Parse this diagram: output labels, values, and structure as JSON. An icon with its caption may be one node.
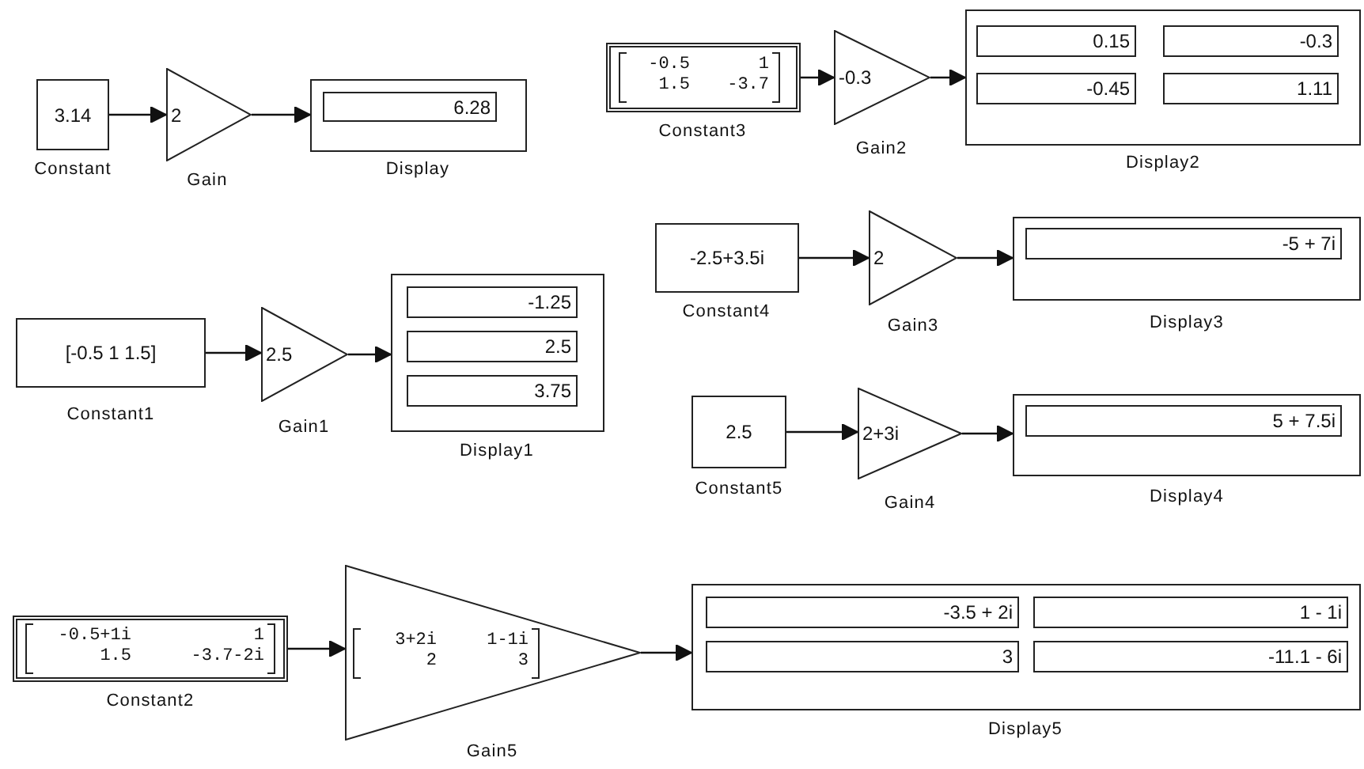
{
  "diagram": {
    "nodes": [
      {
        "text": [
          "3.14"
        ],
        "beside": [
          "Constant"
        ]
      },
      {
        "text": [
          "2"
        ],
        "beside": [
          "Gain"
        ]
      },
      {
        "text": [],
        "shape": "box",
        "beside": [
          "Display"
        ]
      },
      {
        "text": [
          "6.28"
        ],
        "in": 2
      },
      {
        "text": [
          "-0.5",
          "1",
          "1.5",
          "-3.7"
        ],
        "beside": [
          "Constant3"
        ]
      },
      {
        "text": [
          "-0.3"
        ],
        "beside": [
          "Gain2"
        ]
      },
      {
        "text": [],
        "shape": "box",
        "beside": [
          "Display2"
        ]
      },
      {
        "text": [
          "0.15"
        ],
        "in": 6
      },
      {
        "text": [
          "-0.3"
        ],
        "in": 6
      },
      {
        "text": [
          "-0.45"
        ],
        "in": 6
      },
      {
        "text": [
          "1.11"
        ],
        "in": 6
      },
      {
        "text": [
          "-2.5+3.5i"
        ],
        "beside": [
          "Constant4"
        ]
      },
      {
        "text": [
          "2"
        ],
        "beside": [
          "Gain3"
        ]
      },
      {
        "text": [],
        "shape": "box",
        "beside": [
          "Display3"
        ]
      },
      {
        "text": [
          "-5 + 7i"
        ],
        "in": 13
      },
      {
        "text": [
          "[-0.5 1 1.5]"
        ],
        "beside": [
          "Constant1"
        ]
      },
      {
        "text": [
          "2.5"
        ],
        "beside": [
          "Gain1"
        ]
      },
      {
        "text": [],
        "shape": "box",
        "beside": [
          "Display1"
        ]
      },
      {
        "text": [
          "-1.25"
        ],
        "in": 17
      },
      {
        "text": [
          "2.5"
        ],
        "in": 17
      },
      {
        "text": [
          "3.75"
        ],
        "in": 17
      },
      {
        "text": [
          "2.5"
        ],
        "beside": [
          "Constant5"
        ]
      },
      {
        "text": [
          "2+3i"
        ],
        "beside": [
          "Gain4"
        ]
      },
      {
        "text": [],
        "shape": "box",
        "beside": [
          "Display4"
        ]
      },
      {
        "text": [
          "5 + 7.5i"
        ],
        "in": 23
      },
      {
        "text": [
          "-0.5+1i",
          "1",
          "1.5",
          "-3.7-2i"
        ],
        "beside": [
          "Constant2"
        ]
      },
      {
        "text": [
          "3+2i",
          "1-1i",
          "2",
          "3"
        ],
        "beside": [
          "Gain5"
        ]
      },
      {
        "text": [],
        "shape": "box",
        "beside": [
          "Display5"
        ]
      },
      {
        "text": [
          "-3.5 + 2i"
        ],
        "in": 27
      },
      {
        "text": [
          "1 - 1i"
        ],
        "in": 27
      },
      {
        "text": [
          "3"
        ],
        "in": 27
      },
      {
        "text": [
          "-11.1 - 6i"
        ],
        "in": 27
      }
    ],
    "edges": [
      {
        "from": 0,
        "to": 1,
        "arrow": "to"
      },
      {
        "from": 1,
        "to": 2,
        "arrow": "to"
      },
      {
        "from": 4,
        "to": 5,
        "arrow": "to"
      },
      {
        "from": 5,
        "to": 6,
        "arrow": "to"
      },
      {
        "from": 11,
        "to": 12,
        "arrow": "to"
      },
      {
        "from": 12,
        "to": 13,
        "arrow": "to"
      },
      {
        "from": 15,
        "to": 16,
        "arrow": "to"
      },
      {
        "from": 16,
        "to": 17,
        "arrow": "to"
      },
      {
        "from": 21,
        "to": 22,
        "arrow": "to"
      },
      {
        "from": 22,
        "to": 23,
        "arrow": "to"
      },
      {
        "from": 25,
        "to": 26,
        "arrow": "to"
      },
      {
        "from": 26,
        "to": 27,
        "arrow": "to"
      }
    ]
  }
}
